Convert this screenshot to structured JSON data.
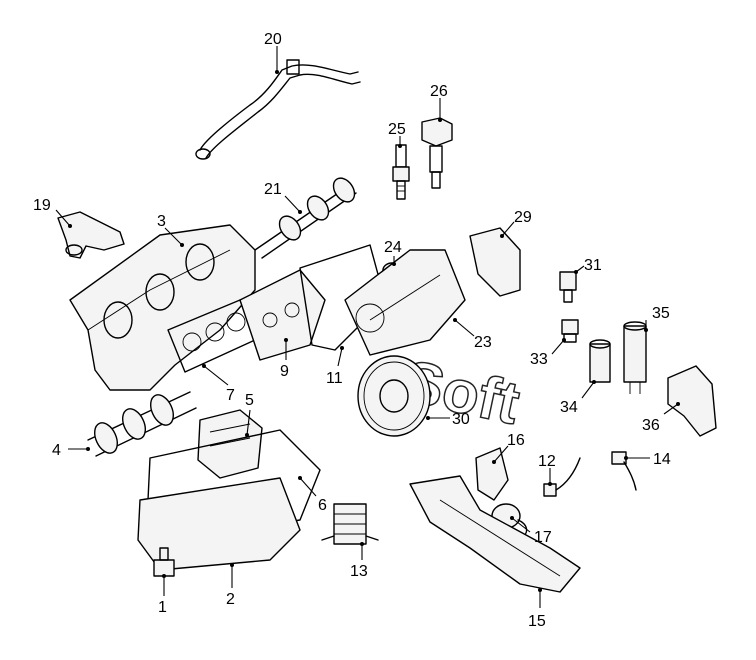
{
  "diagram": {
    "callouts": [
      {
        "id": "1",
        "label": "1"
      },
      {
        "id": "2",
        "label": "2"
      },
      {
        "id": "3",
        "label": "3"
      },
      {
        "id": "4",
        "label": "4"
      },
      {
        "id": "5",
        "label": "5"
      },
      {
        "id": "6",
        "label": "6"
      },
      {
        "id": "7",
        "label": "7"
      },
      {
        "id": "9",
        "label": "9"
      },
      {
        "id": "11",
        "label": "11"
      },
      {
        "id": "12",
        "label": "12"
      },
      {
        "id": "13",
        "label": "13"
      },
      {
        "id": "14",
        "label": "14"
      },
      {
        "id": "15",
        "label": "15"
      },
      {
        "id": "16",
        "label": "16"
      },
      {
        "id": "17",
        "label": "17"
      },
      {
        "id": "19",
        "label": "19"
      },
      {
        "id": "20",
        "label": "20"
      },
      {
        "id": "21",
        "label": "21"
      },
      {
        "id": "23",
        "label": "23"
      },
      {
        "id": "24",
        "label": "24"
      },
      {
        "id": "25",
        "label": "25"
      },
      {
        "id": "26",
        "label": "26"
      },
      {
        "id": "29",
        "label": "29"
      },
      {
        "id": "30",
        "label": "30"
      },
      {
        "id": "31",
        "label": "31"
      },
      {
        "id": "33",
        "label": "33"
      },
      {
        "id": "34",
        "label": "34"
      },
      {
        "id": "35",
        "label": "35"
      },
      {
        "id": "36",
        "label": "36"
      }
    ],
    "watermark": "Soft"
  }
}
